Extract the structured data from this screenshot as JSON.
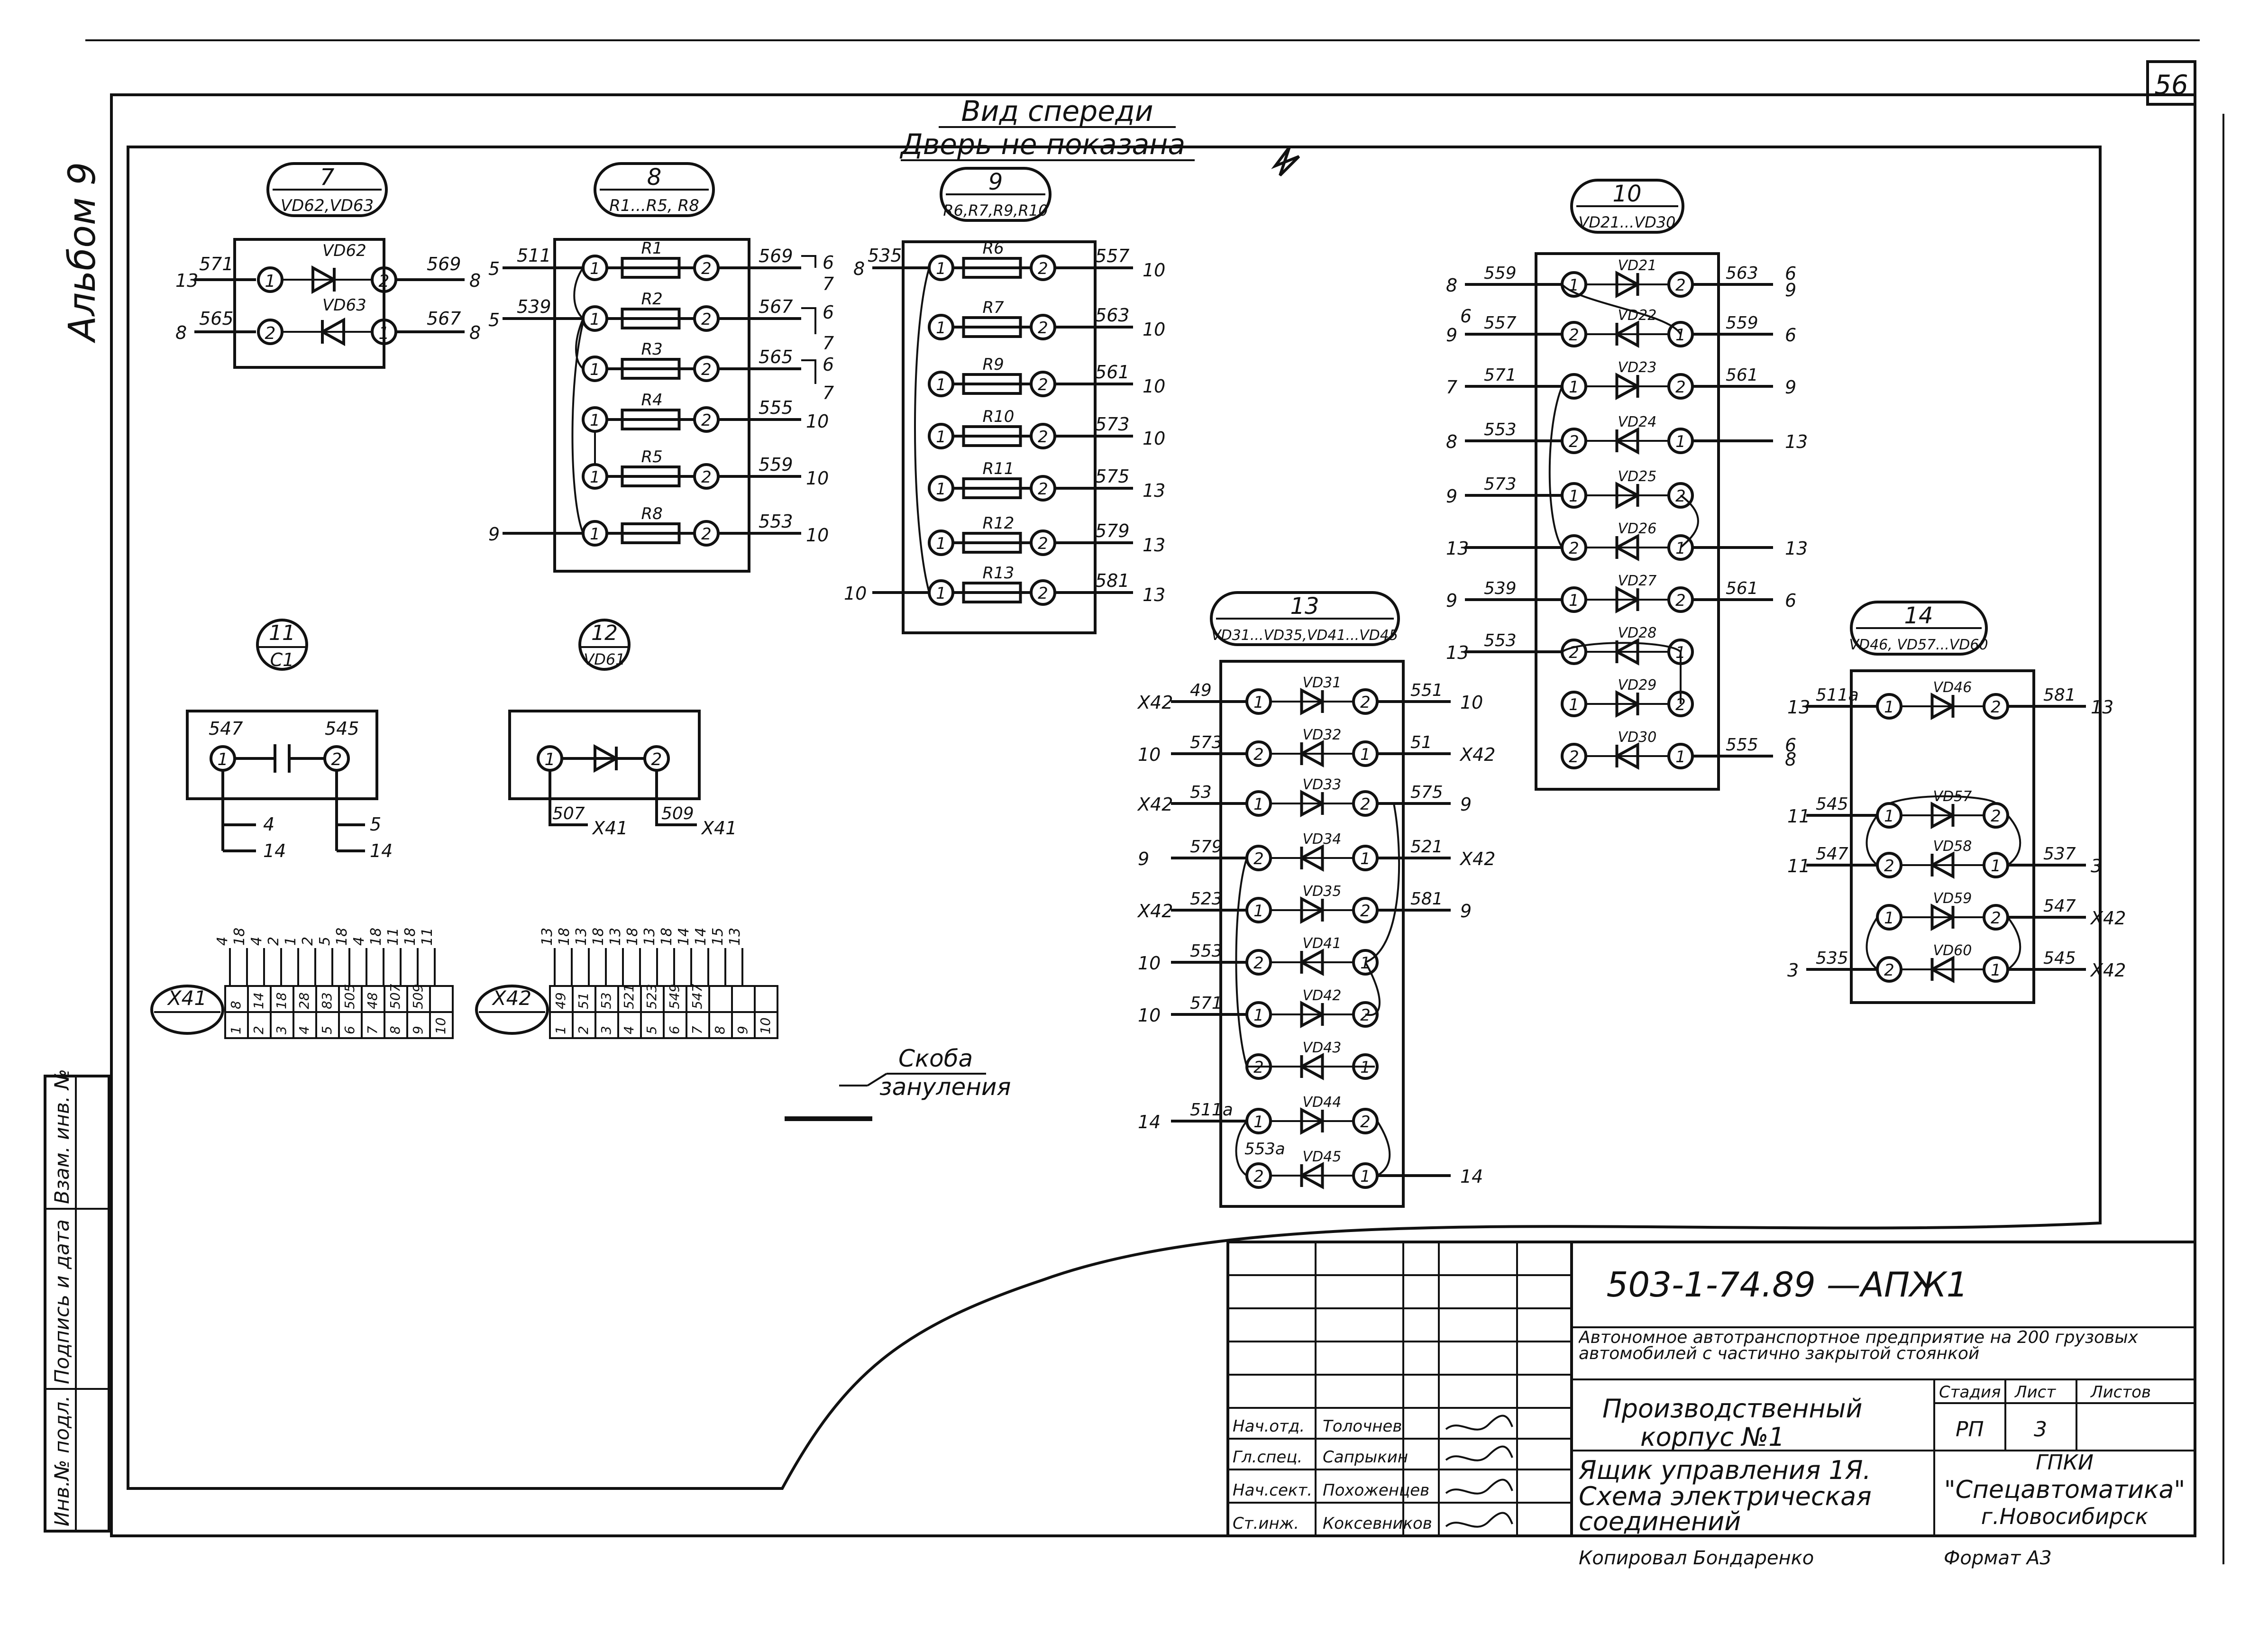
{
  "sheet": {
    "page_number": "56",
    "album": "Альбом 9",
    "view_title": "Вид спереди",
    "view_subtitle": "Дверь не показана",
    "ground_label_line1": "Скоба",
    "ground_label_line2": "зануления"
  },
  "side_stamp": {
    "inv_no": "Инв.№ подл.",
    "sign_date": "Подпись и дата",
    "replace_inv": "Взам. инв. №"
  },
  "blocks": [
    {
      "num": "7",
      "parts": "VD62,VD63",
      "diodes": [
        "VD62",
        "VD63"
      ],
      "left": [
        {
          "wire": "571",
          "end": "13",
          "pin": "1"
        },
        {
          "wire": "565",
          "end": "8",
          "pin": "2"
        }
      ],
      "right": [
        {
          "wire": "569",
          "end": "8",
          "pin": "2"
        },
        {
          "wire": "567",
          "end": "8",
          "pin": "1"
        }
      ]
    },
    {
      "num": "8",
      "parts": "R1...R5, R8",
      "resistors": [
        "R1",
        "R2",
        "R3",
        "R4",
        "R5",
        "R8"
      ],
      "left_wires": [
        "511",
        "539"
      ],
      "left_ends": [
        "5",
        "5",
        "9"
      ],
      "right_wires": [
        "569",
        "567",
        "565",
        "555",
        "559",
        "553"
      ],
      "right_ends": [
        "6",
        "7",
        "6",
        "7",
        "6",
        "7",
        "10",
        "10",
        "10"
      ]
    },
    {
      "num": "9",
      "parts": "R6,R7,R9,R10",
      "resistors": [
        "R6",
        "R7",
        "R9",
        "R10",
        "R11",
        "R12",
        "R13"
      ],
      "left_wire": "535",
      "left_ends": [
        "8",
        "10"
      ],
      "right_wires": [
        "557",
        "563",
        "561",
        "573",
        "575",
        "579",
        "581"
      ],
      "right_ends": [
        "10",
        "10",
        "10",
        "10",
        "13",
        "13",
        "13"
      ]
    },
    {
      "num": "10",
      "parts": "VD21...VD30",
      "diodes": [
        "VD21",
        "VD22",
        "VD23",
        "VD24",
        "VD25",
        "VD26",
        "VD27",
        "VD28",
        "VD29",
        "VD30"
      ],
      "left_wires": [
        "559",
        "557",
        "571",
        "553",
        "573",
        "539",
        "553"
      ],
      "left_ends": [
        "8",
        "6",
        "9",
        "7",
        "8",
        "9",
        "13",
        "9",
        "13"
      ],
      "right_wires": [
        "563",
        "559",
        "561",
        "561",
        "555"
      ],
      "right_ends": [
        "6",
        "9",
        "6",
        "9",
        "13",
        "13",
        "6",
        "6",
        "8"
      ]
    },
    {
      "num": "11",
      "parts": "C1",
      "wires": [
        "547",
        "545"
      ],
      "ends": [
        "4",
        "14",
        "5",
        "14"
      ],
      "pins": [
        "1",
        "2"
      ]
    },
    {
      "num": "12",
      "parts": "VD61",
      "wires": [
        "507",
        "509"
      ],
      "ends": [
        "X41",
        "X41"
      ],
      "pins": [
        "1",
        "2"
      ]
    },
    {
      "num": "13",
      "parts": "VD31...VD35,VD41...VD45",
      "diodes": [
        "VD31",
        "VD32",
        "VD33",
        "VD34",
        "VD35",
        "VD41",
        "VD42",
        "VD43",
        "VD44",
        "VD45"
      ],
      "left_wires": [
        "49",
        "573",
        "53",
        "579",
        "523",
        "553",
        "571",
        "511a",
        "553a"
      ],
      "left_ends": [
        "X42",
        "10",
        "X42",
        "9",
        "X42",
        "10",
        "10",
        "14"
      ],
      "right_wires": [
        "551",
        "51",
        "575",
        "521",
        "581"
      ],
      "right_ends": [
        "10",
        "X42",
        "9",
        "X42",
        "9",
        "14"
      ]
    },
    {
      "num": "14",
      "parts": "VD46, VD57...VD60",
      "diodes": [
        "VD46",
        "VD57",
        "VD58",
        "VD59",
        "VD60"
      ],
      "left_wires": [
        "511a",
        "545",
        "547",
        "535"
      ],
      "left_ends": [
        "13",
        "11",
        "11",
        "3"
      ],
      "right_wires": [
        "581",
        "537",
        "547",
        "545"
      ],
      "right_ends": [
        "13",
        "3",
        "X42",
        "X42"
      ]
    }
  ],
  "terminals": {
    "x41": {
      "label": "X41",
      "top": [
        "4",
        "18",
        "4",
        "2",
        "1",
        "2",
        "5",
        "18",
        "4",
        "18",
        "11",
        "18",
        "11"
      ],
      "wires": [
        "1",
        "8",
        "2",
        "14",
        "3",
        "18",
        "4",
        "28",
        "5",
        "83",
        "6",
        "505",
        "7",
        "48",
        "8",
        "507",
        "9",
        "509",
        "10"
      ]
    },
    "x42": {
      "label": "X42",
      "top": [
        "13",
        "18",
        "13",
        "18",
        "13",
        "18",
        "13",
        "18",
        "14",
        "14",
        "15",
        "13"
      ],
      "wires": [
        "1",
        "49",
        "2",
        "51",
        "3",
        "53",
        "4",
        "521",
        "5",
        "523",
        "6",
        "549",
        "7",
        "547",
        "8",
        "",
        "9",
        "",
        "10",
        ""
      ]
    }
  },
  "title_block": {
    "doc_code": "503-1-74.89   —АПЖ1",
    "project": "Автономное автотранспортное предприятие на 200 грузовых автомобилей с частично закрытой стоянкой",
    "building_line1": "Производственный",
    "building_line2": "корпус №1",
    "sheet_title_line1": "Ящик управления 1Я.",
    "sheet_title_line2": "Схема электрическая",
    "sheet_title_line3": "соединений",
    "stage_h": "Стадия",
    "sheet_h": "Лист",
    "sheets_h": "Листов",
    "stage": "РП",
    "sheet": "3",
    "sheets": "",
    "org_line1": "ГПКИ",
    "org_line2": "\"Спецавтоматика\"",
    "org_line3": "г.Новосибирск",
    "copied": "Копировал Бондаренко",
    "format": "Формат А3",
    "staff": [
      {
        "role": "Нач.отд.",
        "name": "Толочнев"
      },
      {
        "role": "Гл.спец.",
        "name": "Сапрыкин"
      },
      {
        "role": "Нач.сект.",
        "name": "Похоженцев"
      },
      {
        "role": "Ст.инж.",
        "name": "Коксевников"
      }
    ]
  }
}
